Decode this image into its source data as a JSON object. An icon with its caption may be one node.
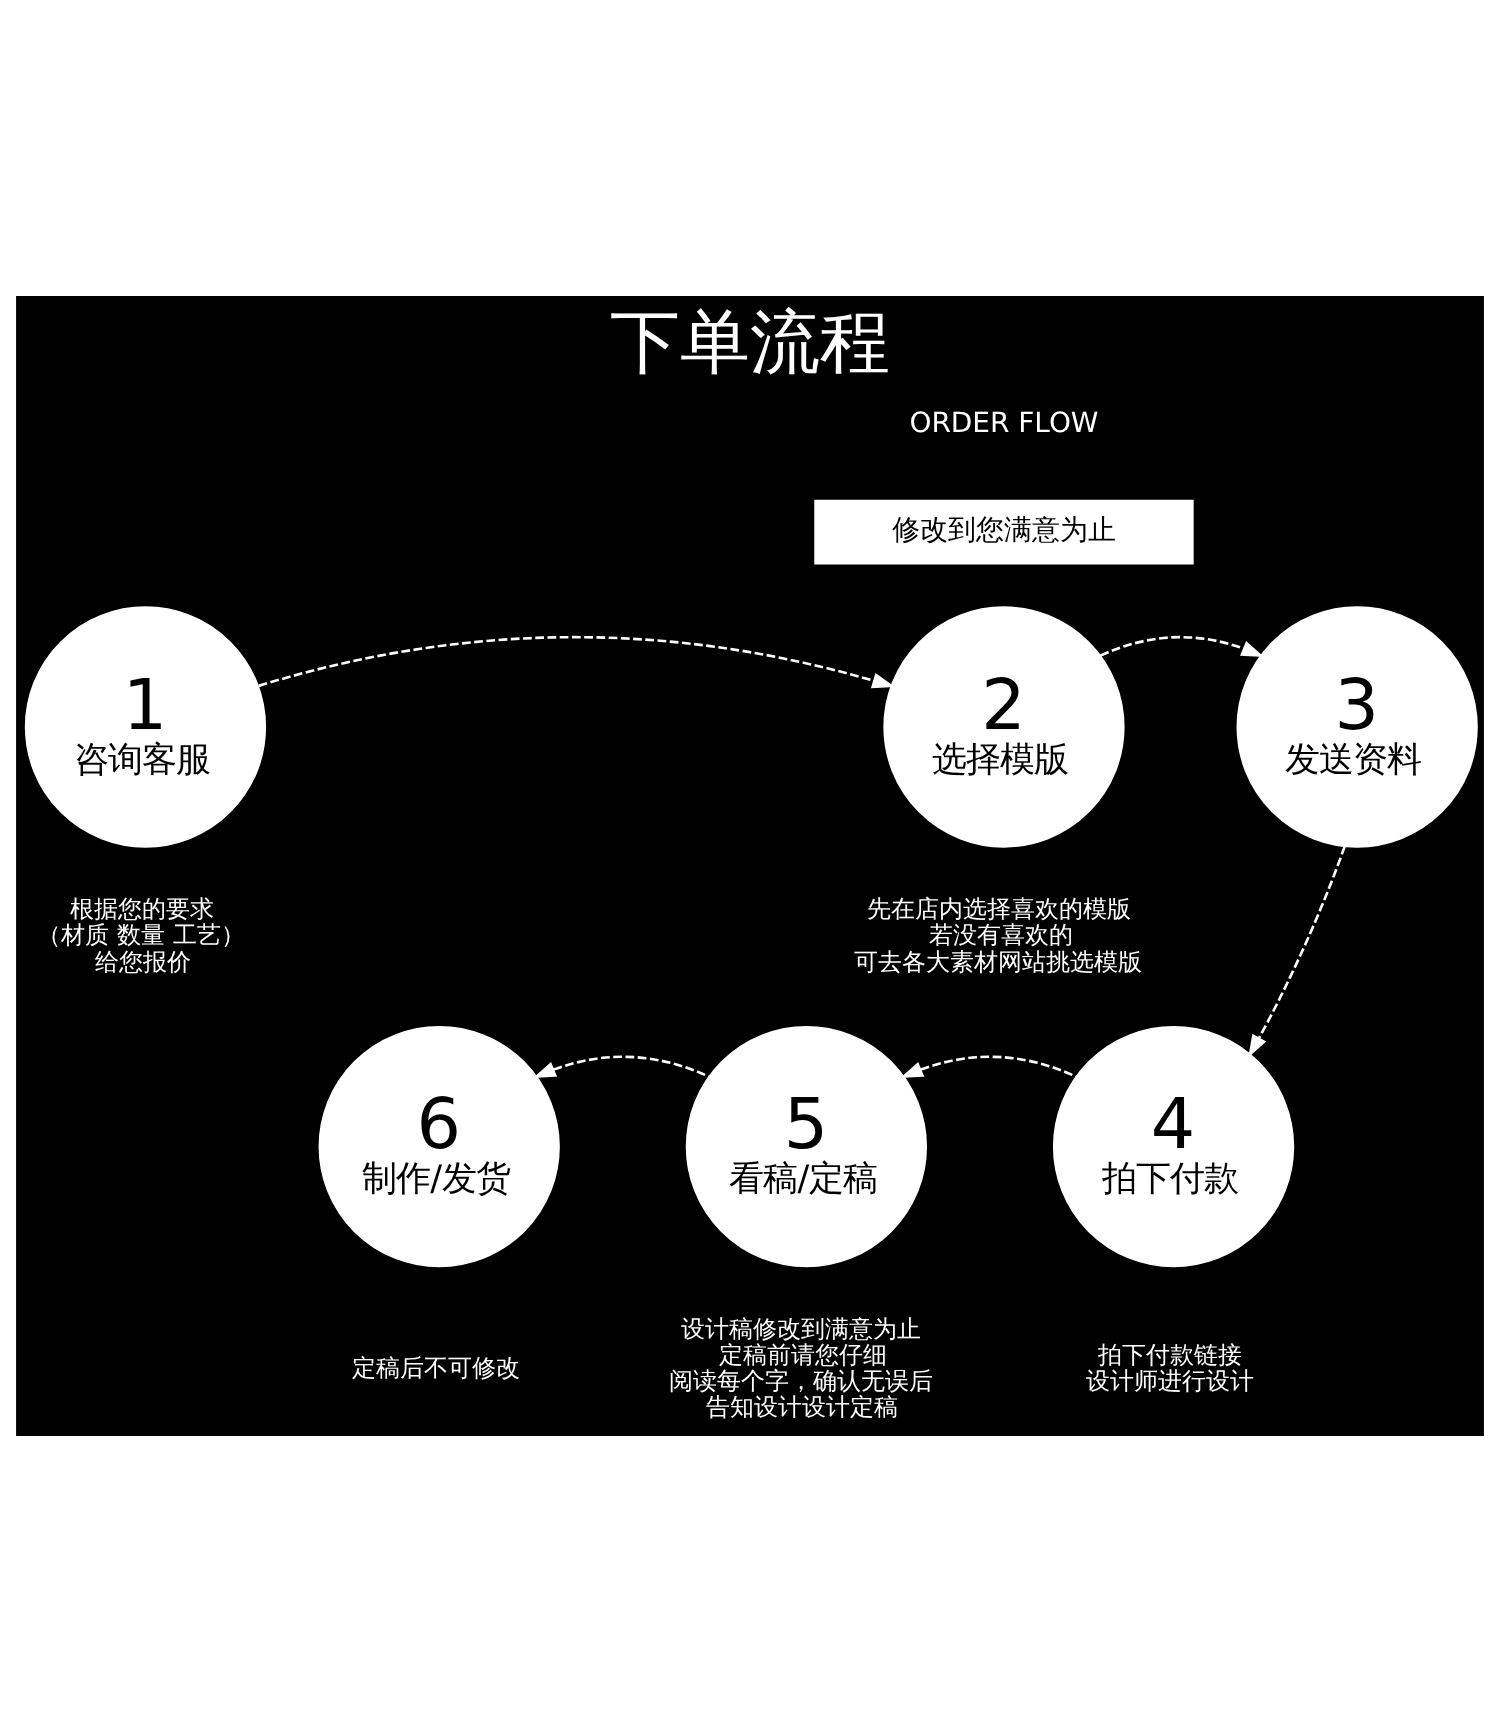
{
  "diagram": {
    "title": "下单流程",
    "nodes": [
      {
        "text": [
          "1",
          "咨询客服"
        ],
        "beside": [
          "根据您的要求（材质 数量 工艺）给您报价"
        ]
      },
      {
        "text": [
          "2",
          "选择模版"
        ],
        "beside": [
          "先在店内选择喜欢的模版若没有喜欢的可去各大素材网站挑选模版"
        ]
      },
      {
        "text": [
          "3",
          "发送资料"
        ]
      },
      {
        "text": [
          "4",
          "拍下付款"
        ],
        "beside": [
          "拍下付款链接设计师进行设计"
        ]
      },
      {
        "text": [
          "5",
          "看稿/定稿"
        ],
        "beside": [
          "设计稿修改到满意为止定稿前请您仔细阅读每个字，确认无误后告知设计设计定稿"
        ]
      },
      {
        "text": [
          "6",
          "制作/发货"
        ],
        "beside": [
          "定稿后不可修改"
        ]
      }
    ],
    "edges": [
      {
        "from": 0,
        "to": 1,
        "arrow": "to",
        "style": "dashed"
      },
      {
        "from": 1,
        "to": 2,
        "arrow": "to",
        "style": "dashed"
      },
      {
        "from": 2,
        "to": 3,
        "arrow": "to",
        "style": "dashed"
      },
      {
        "from": 3,
        "to": 4,
        "arrow": "to",
        "style": "dashed"
      },
      {
        "from": 4,
        "to": 5,
        "arrow": "to",
        "style": "dashed"
      }
    ],
    "labels": [
      "ORDER FLOW",
      "修改到您满意为止"
    ]
  }
}
